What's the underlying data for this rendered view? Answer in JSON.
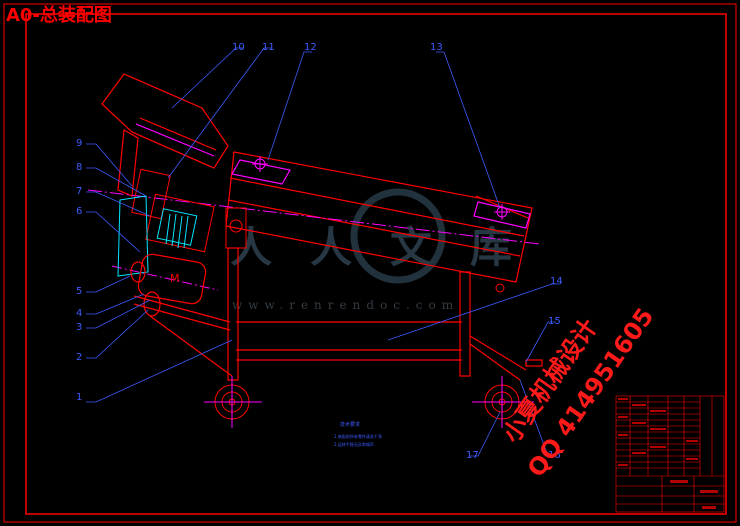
{
  "drawing": {
    "title": "A0-总装配图",
    "motor_label": "M",
    "colors": {
      "background": "#000000",
      "frame": "#ff0000",
      "leader": "#3d5cff",
      "centerline": "#ff00ff",
      "fill": "#00e5ff",
      "text": "#ff0000"
    },
    "callouts": [
      "1",
      "2",
      "3",
      "4",
      "5",
      "6",
      "7",
      "8",
      "9",
      "10",
      "11",
      "12",
      "13",
      "14",
      "15",
      "16",
      "17"
    ],
    "notes": [
      "技术要求",
      "1.装配前所有零件清洗干净",
      "2.运转平稳无异常噪声"
    ]
  },
  "watermark": {
    "logo_text": "人人文库",
    "url": "www.renrendoc.com",
    "overlay_line1": "小夏机械设计",
    "overlay_line2": "QQ 414951605"
  }
}
